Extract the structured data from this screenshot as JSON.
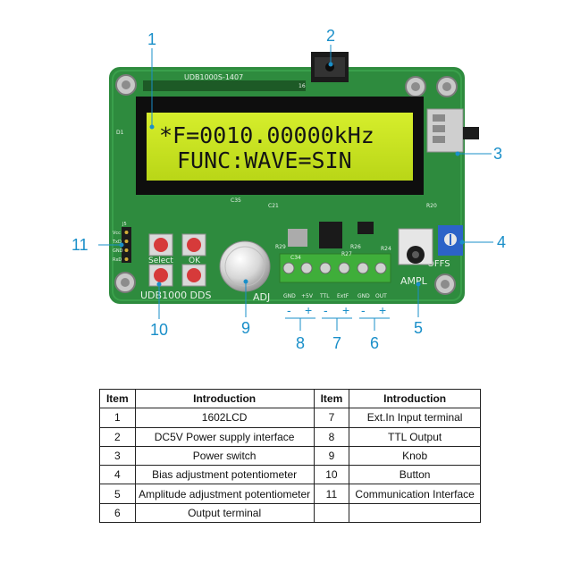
{
  "board": {
    "model_label": "UDB1000S-1407",
    "brand_label": "UDB1000 DDS",
    "lcd_line1": "*F=0010.00000kHz",
    "lcd_line2": "FUNC:WAVE=SIN",
    "button_select": "Select",
    "button_ok": "OK",
    "knob_label": "ADJ",
    "ampl_label": "AMPL",
    "offs_label": "OFFS",
    "header_pins": [
      "Vcc",
      "TxD",
      "GND",
      "RxD"
    ],
    "terminal_labels": [
      "GND",
      "+5V",
      "TTL",
      "ExtF",
      "GND",
      "OUT"
    ],
    "polarity_marks": [
      "-",
      "+",
      "-",
      "+",
      "-",
      "+"
    ],
    "component_labels": [
      "R29",
      "C34",
      "R27",
      "R26",
      "R24",
      "R20",
      "C35",
      "C21",
      "D1",
      "16",
      "J5"
    ]
  },
  "callouts": [
    "1",
    "2",
    "3",
    "4",
    "5",
    "6",
    "7",
    "8",
    "9",
    "10",
    "11"
  ],
  "colors": {
    "callout": "#1a8fc9",
    "pcb": "#2e8b3e",
    "lcd_background": "#c9e51e",
    "terminal_block": "#3fae3a"
  },
  "table": {
    "headers": [
      "Item",
      "Introduction",
      "Item",
      "Introduction"
    ],
    "rows": [
      [
        "1",
        "1602LCD",
        "7",
        "Ext.In Input terminal"
      ],
      [
        "2",
        "DC5V Power supply interface",
        "8",
        "TTL Output"
      ],
      [
        "3",
        "Power switch",
        "9",
        "Knob"
      ],
      [
        "4",
        "Bias adjustment potentiometer",
        "10",
        "Button"
      ],
      [
        "5",
        "Amplitude adjustment potentiometer",
        "11",
        "Communication Interface"
      ],
      [
        "6",
        "Output terminal",
        "",
        ""
      ]
    ]
  }
}
